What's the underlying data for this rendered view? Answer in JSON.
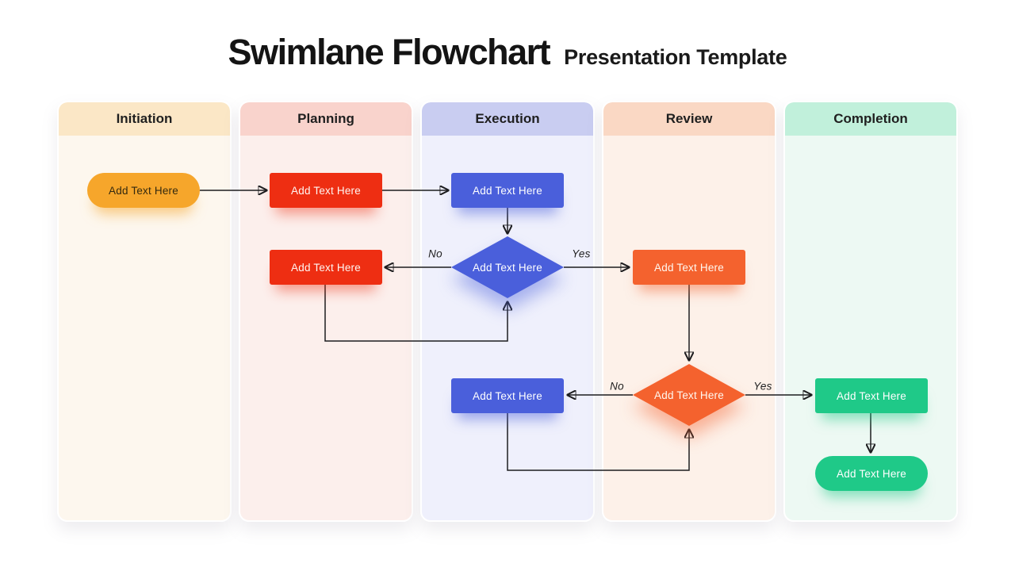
{
  "page": {
    "title_main": "Swimlane Flowchart",
    "title_sub": "Presentation Template",
    "background": "#FFFFFF",
    "line_color": "#1D1D1F"
  },
  "lanes": [
    {
      "label": "Initiation",
      "header_color": "#FBE7C6",
      "body_color": "#FDF7EE"
    },
    {
      "label": "Planning",
      "header_color": "#F9D3CC",
      "body_color": "#FCEFEC"
    },
    {
      "label": "Execution",
      "header_color": "#C9CDF1",
      "body_color": "#EFF0FC"
    },
    {
      "label": "Review",
      "header_color": "#FAD8C4",
      "body_color": "#FDF1E9"
    },
    {
      "label": "Completion",
      "header_color": "#C1F0DB",
      "body_color": "#EDF9F3"
    }
  ],
  "shapes": [
    {
      "name": "initiation-start",
      "lane": "Initiation",
      "type": "pill",
      "label": "Add Text Here",
      "fill": "#F6A62B",
      "text_color": "#33290F"
    },
    {
      "name": "planning-task-1",
      "lane": "Planning",
      "type": "rect",
      "label": "Add Text Here",
      "fill": "#EE2E12",
      "text_color": "#FFF6F2"
    },
    {
      "name": "execution-task-1",
      "lane": "Execution",
      "type": "rect",
      "label": "Add Text Here",
      "fill": "#4A5FDB",
      "text_color": "#FFFFFF"
    },
    {
      "name": "execution-decision",
      "lane": "Execution",
      "type": "diamond",
      "label": "Add Text Here",
      "fill": "#4A5FDB",
      "text_color": "#FFFFFF"
    },
    {
      "name": "planning-task-2",
      "lane": "Planning",
      "type": "rect",
      "label": "Add Text Here",
      "fill": "#EE2E12",
      "text_color": "#FFF6F2"
    },
    {
      "name": "review-task",
      "lane": "Review",
      "type": "rect",
      "label": "Add Text Here",
      "fill": "#F4622E",
      "text_color": "#FFF8F0"
    },
    {
      "name": "review-decision",
      "lane": "Review",
      "type": "diamond",
      "label": "Add Text Here",
      "fill": "#F4622E",
      "text_color": "#FFF8F0"
    },
    {
      "name": "execution-task-2",
      "lane": "Execution",
      "type": "rect",
      "label": "Add Text Here",
      "fill": "#4A5FDB",
      "text_color": "#FFFFFF"
    },
    {
      "name": "completion-task",
      "lane": "Completion",
      "type": "rect",
      "label": "Add Text Here",
      "fill": "#1FC988",
      "text_color": "#FFFFFF"
    },
    {
      "name": "completion-end",
      "lane": "Completion",
      "type": "pill",
      "label": "Add Text Here",
      "fill": "#1FC988",
      "text_color": "#FFFFFF"
    }
  ],
  "decision_labels": {
    "no": "No",
    "yes": "Yes"
  }
}
